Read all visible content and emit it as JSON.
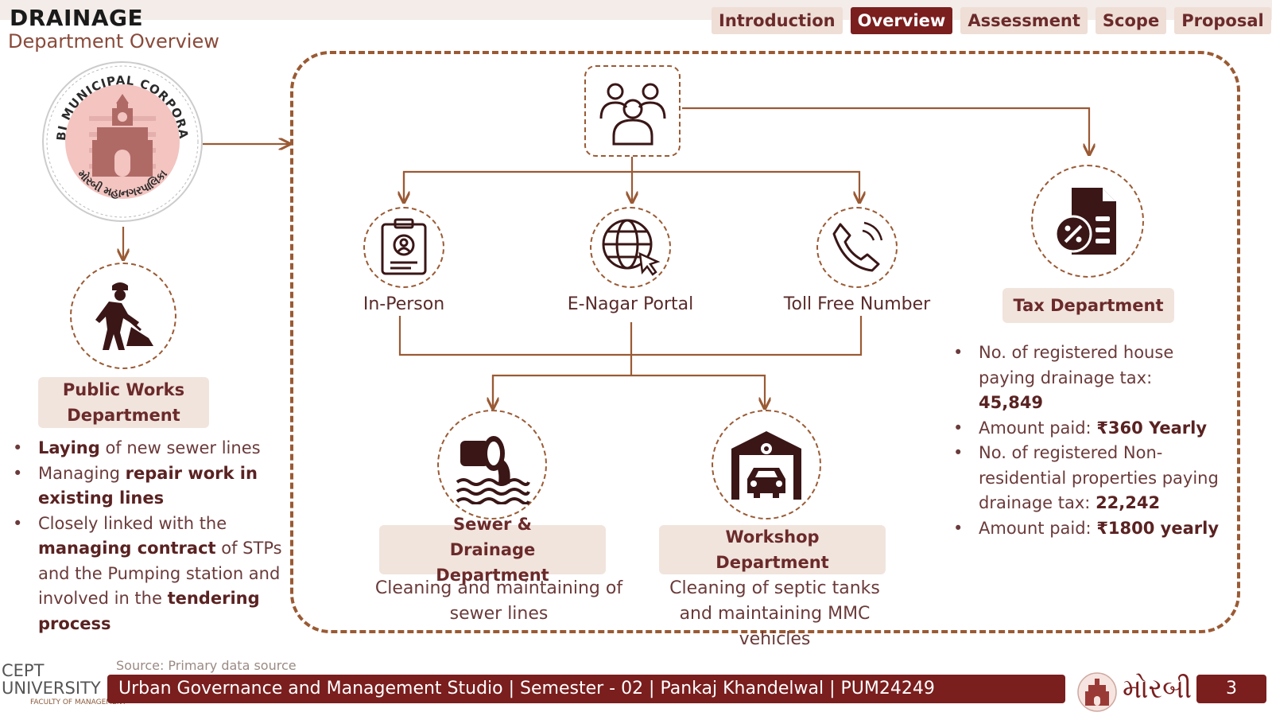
{
  "header": {
    "title": "DRAINAGE",
    "subtitle": "Department Overview"
  },
  "tabs": [
    {
      "label": "Introduction",
      "active": false
    },
    {
      "label": "Overview",
      "active": true
    },
    {
      "label": "Assessment",
      "active": false
    },
    {
      "label": "Scope",
      "active": false
    },
    {
      "label": "Proposal",
      "active": false
    }
  ],
  "logo": {
    "ring_text_top": "MORBI MUNICIPAL CORPORATION",
    "ring_text_bottom": "મોરબી મહાનગરપાલિકા"
  },
  "public_works": {
    "label": "Public Works Department",
    "icon": "worker-shovel-icon",
    "bullets": [
      {
        "parts": [
          {
            "t": "Laying",
            "b": true
          },
          {
            "t": " of new sewer lines",
            "b": false
          }
        ]
      },
      {
        "parts": [
          {
            "t": "Managing ",
            "b": false
          },
          {
            "t": "repair work in existing lines",
            "b": true
          }
        ]
      },
      {
        "parts": [
          {
            "t": "Closely linked with the ",
            "b": false
          },
          {
            "t": "managing contract",
            "b": true
          },
          {
            "t": " of STPs and the Pumping station and involved in the ",
            "b": false
          },
          {
            "t": "tendering process",
            "b": true
          }
        ]
      }
    ]
  },
  "citizen_node": {
    "icon": "citizens-group-icon"
  },
  "channels": [
    {
      "label": "In-Person",
      "icon": "id-card-icon"
    },
    {
      "label": "E-Nagar Portal",
      "icon": "globe-cursor-icon"
    },
    {
      "label": "Toll Free Number",
      "icon": "phone-icon"
    }
  ],
  "tax": {
    "label": "Tax Department",
    "icon": "tax-document-icon",
    "bullets": [
      {
        "parts": [
          {
            "t": "No. of registered house paying drainage tax: ",
            "b": false
          },
          {
            "t": "45,849",
            "b": true
          }
        ]
      },
      {
        "parts": [
          {
            "t": "Amount paid: ",
            "b": false
          },
          {
            "t": "₹360 Yearly",
            "b": true
          }
        ]
      },
      {
        "parts": [
          {
            "t": "No. of registered Non-residential properties paying drainage tax: ",
            "b": false
          },
          {
            "t": "22,242",
            "b": true
          }
        ]
      },
      {
        "parts": [
          {
            "t": "Amount paid: ",
            "b": false
          },
          {
            "t": "₹1800 yearly",
            "b": true
          }
        ]
      }
    ]
  },
  "sewer": {
    "label": "Sewer & Drainage Department",
    "icon": "sewer-pipe-icon",
    "desc": "Cleaning and maintaining of sewer lines"
  },
  "workshop": {
    "label": "Workshop Department",
    "icon": "garage-car-icon",
    "desc": "Cleaning of septic tanks and maintaining MMC vehicles"
  },
  "footer": {
    "source": "Source: Primary data source",
    "text": "Urban Governance and Management Studio | Semester - 02 | Pankaj Khandelwal | PUM24249",
    "page": "3",
    "university": "CEPT UNIVERSITY",
    "faculty": "FACULTY OF MANAGEMENT",
    "city_word": "મોરબી"
  },
  "colors": {
    "primary": "#7a1e1e",
    "accent": "#9a5a34",
    "soft": "#f1e4dd"
  }
}
